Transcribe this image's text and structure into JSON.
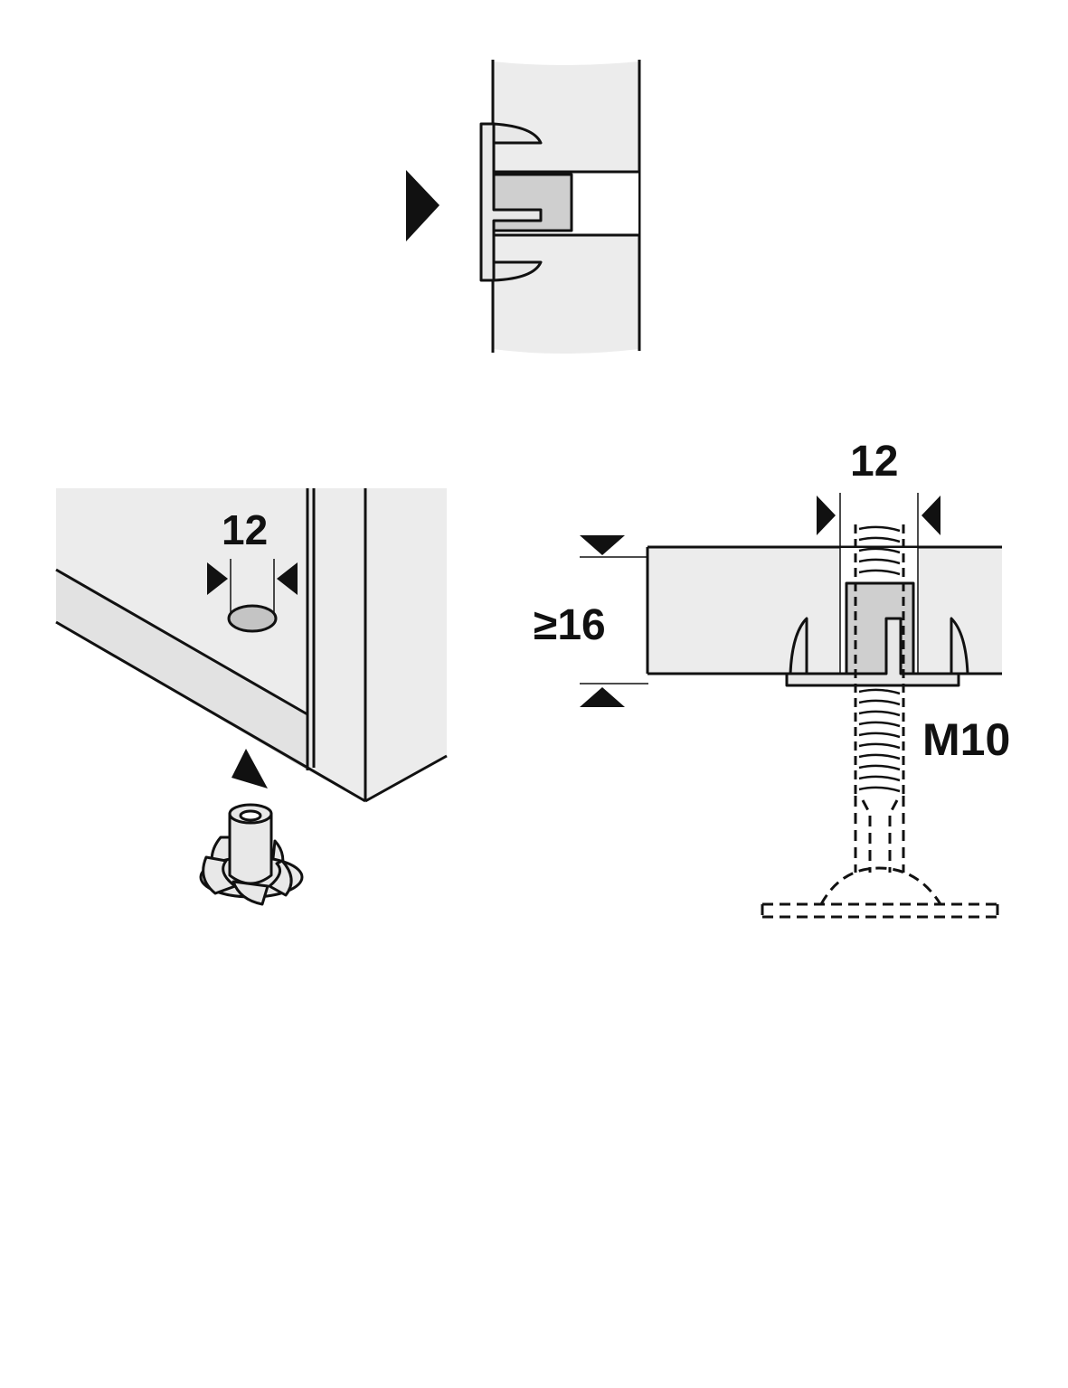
{
  "labels": {
    "hole_diameter_left": "12",
    "hole_diameter_right": "12",
    "panel_thickness": "≥16",
    "thread_size": "M10"
  },
  "colors": {
    "line": "#111111",
    "panel_fill": "#ececec",
    "insert_fill": "#cfcfcf",
    "hole_fill": "#c4c4c4",
    "background": "#ffffff"
  }
}
